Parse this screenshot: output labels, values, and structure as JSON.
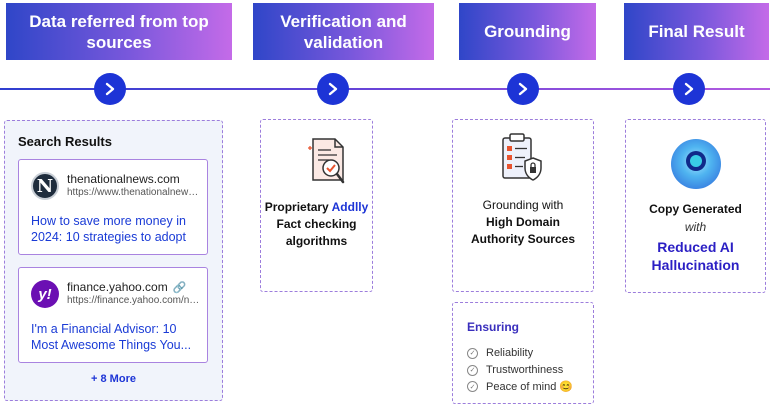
{
  "steps": [
    {
      "title": "Data referred from top sources"
    },
    {
      "title": "Verification and validation"
    },
    {
      "title": "Grounding"
    },
    {
      "title": "Final Result"
    }
  ],
  "search": {
    "title": "Search Results",
    "results": [
      {
        "logo": "N",
        "site": "thenationalnews.com",
        "url": "https://www.thenationalnews.com/",
        "heading": "How to save more money in 2024: 10 strategies to adopt"
      },
      {
        "logo": "y!",
        "site": "finance.yahoo.com",
        "url": "https://finance.yahoo.com/news/",
        "heading": "I'm a Financial Advisor: 10 Most Awesome Things You..."
      }
    ],
    "more": "+ 8 More"
  },
  "verify": {
    "line1": "Proprietary",
    "brand": "Addlly",
    "line2": "Fact checking",
    "line3": "algorithms"
  },
  "grounding": {
    "line1": "Grounding with",
    "line2": "High Domain",
    "line3": "Authority Sources"
  },
  "ensuring": {
    "title": "Ensuring",
    "items": [
      "Reliability",
      "Trustworthiness",
      "Peace of mind 😊"
    ]
  },
  "final": {
    "line1": "Copy Generated",
    "line2": "with",
    "line3": "Reduced AI",
    "line4": "Hallucination"
  },
  "colors": {
    "accent": "#1d34d6",
    "gradient_start": "#2f46c8",
    "gradient_end": "#c46be8",
    "dash": "#9c7ddc"
  }
}
